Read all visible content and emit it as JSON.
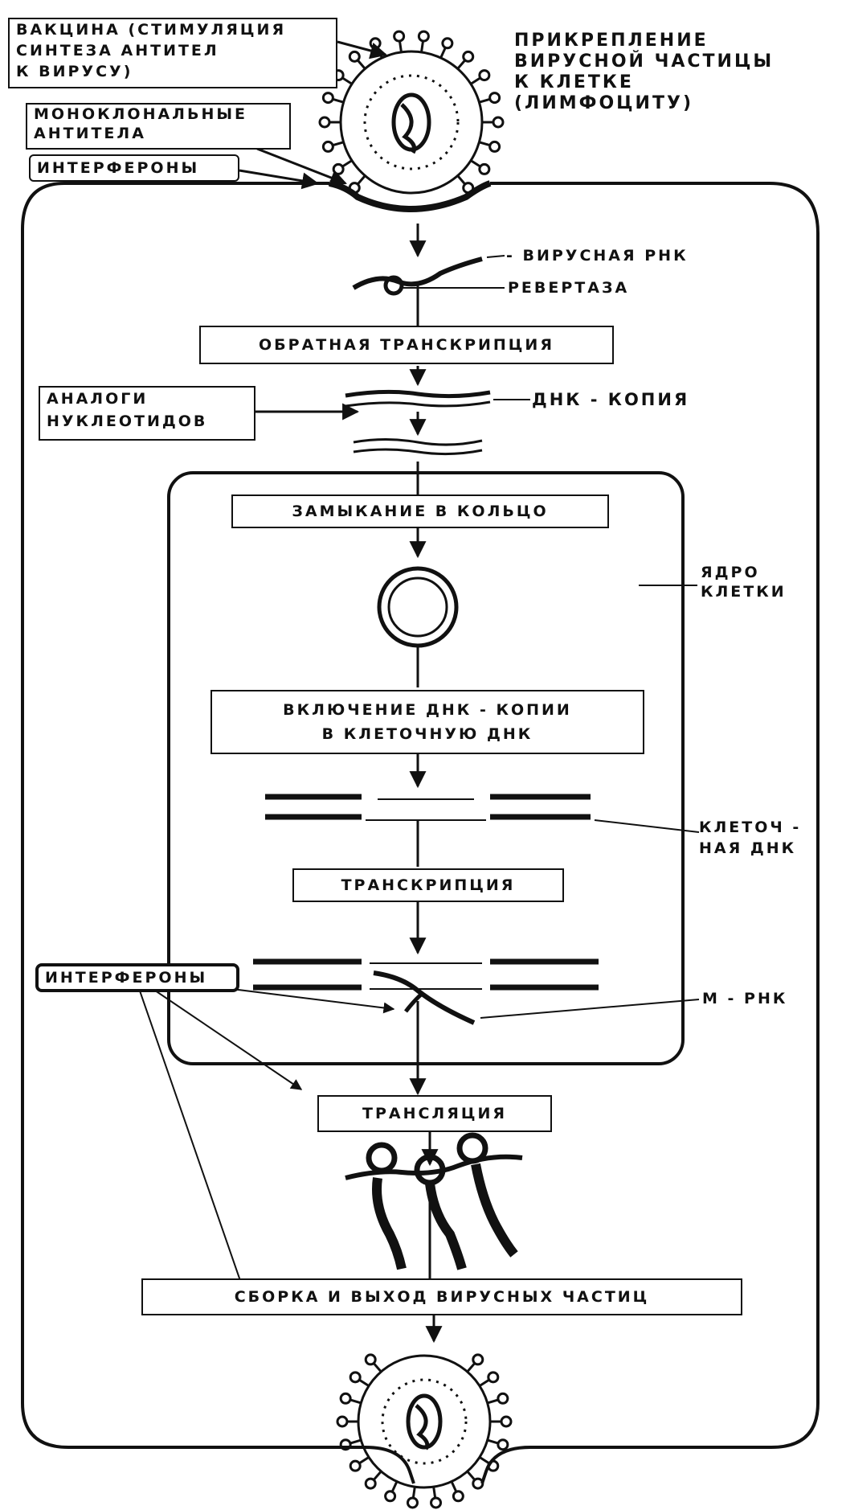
{
  "treatments": {
    "vaccine": [
      "ВАКЦИНА (СТИМУЛЯЦИЯ",
      "СИНТЕЗА АНТИТЕЛ",
      "К ВИРУСУ)"
    ],
    "monoclonal": [
      "МОНОКЛОНАЛЬНЫЕ",
      "АНТИТЕЛА"
    ],
    "interferons_top": "ИНТЕРФЕРОНЫ",
    "nucleotide_analogs": [
      "АНАЛОГИ",
      "НУКЛЕОТИДОВ"
    ],
    "interferons_bottom": "ИНТЕРФЕРОНЫ"
  },
  "labels": {
    "attachment": [
      "ПРИКРЕПЛЕНИЕ",
      "ВИРУСНОЙ ЧАСТИЦЫ",
      "К КЛЕТКЕ",
      "(ЛИМФОЦИТУ)"
    ],
    "viral_rna": "- ВИРУСНАЯ РНК",
    "revertase": "РЕВЕРТАЗА",
    "dna_copy": "ДНК - КОПИЯ",
    "nucleus": [
      "ЯДРО",
      "КЛЕТКИ"
    ],
    "cell_dna": [
      "КЛЕТОЧ -",
      "НАЯ ДНК"
    ],
    "mrna": "М - РНК"
  },
  "steps": {
    "reverse_transcription": "ОБРАТНАЯ ТРАНСКРИПЦИЯ",
    "circularization": "ЗАМЫКАНИЕ В КОЛЬЦО",
    "integration": [
      "ВКЛЮЧЕНИЕ ДНК - КОПИИ",
      "В КЛЕТОЧНУЮ ДНК"
    ],
    "transcription": "ТРАНСКРИПЦИЯ",
    "translation": "ТРАНСЛЯЦИЯ",
    "assembly": "СБОРКА И ВЫХОД ВИРУСНЫХ ЧАСТИЦ"
  }
}
